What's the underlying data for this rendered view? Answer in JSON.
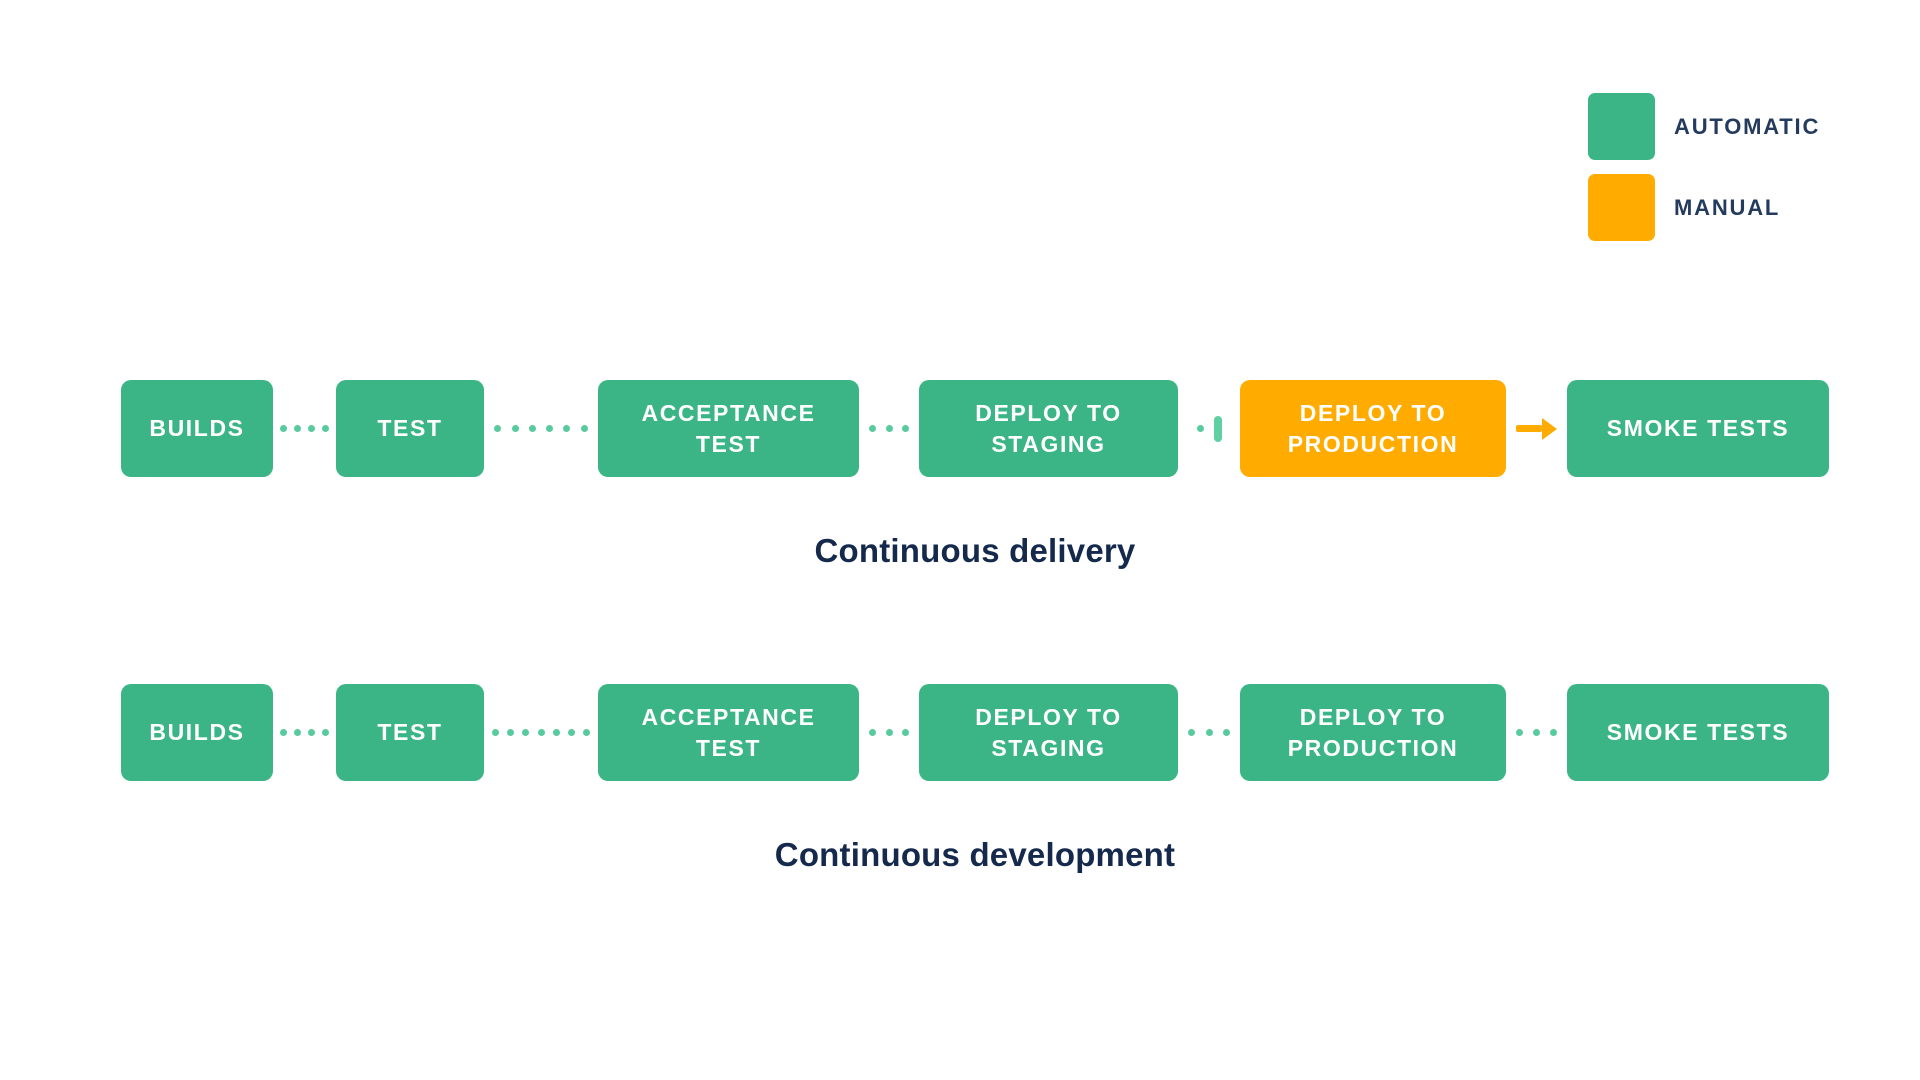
{
  "legend": {
    "items": [
      {
        "label": "AUTOMATIC",
        "type": "automatic",
        "color": "#3CB586"
      },
      {
        "label": "MANUAL",
        "type": "manual",
        "color": "#FFAB00"
      }
    ]
  },
  "pipelines": [
    {
      "caption": "Continuous delivery",
      "steps": [
        {
          "label": "BUILDS",
          "type": "automatic"
        },
        {
          "label": "TEST",
          "type": "automatic"
        },
        {
          "label": "ACCEPTANCE TEST",
          "type": "automatic"
        },
        {
          "label": "DEPLOY TO STAGING",
          "type": "automatic"
        },
        {
          "label": "DEPLOY TO PRODUCTION",
          "type": "manual"
        },
        {
          "label": "SMOKE TESTS",
          "type": "automatic"
        }
      ],
      "connectors": [
        "dotted",
        "dotted",
        "dotted",
        "manual-gate-pause",
        "manual-arrow"
      ]
    },
    {
      "caption": "Continuous development",
      "steps": [
        {
          "label": "BUILDS",
          "type": "automatic"
        },
        {
          "label": "TEST",
          "type": "automatic"
        },
        {
          "label": "ACCEPTANCE TEST",
          "type": "automatic"
        },
        {
          "label": "DEPLOY TO STAGING",
          "type": "automatic"
        },
        {
          "label": "DEPLOY TO PRODUCTION",
          "type": "automatic"
        },
        {
          "label": "SMOKE TESTS",
          "type": "automatic"
        }
      ],
      "connectors": [
        "dotted",
        "dotted",
        "dotted",
        "dotted",
        "dotted"
      ]
    }
  ],
  "colors": {
    "automatic": "#3CB586",
    "manual": "#FFAB00",
    "connector_dots": "#58CB9E",
    "caption_text": "#14294B",
    "legend_text": "#253B5E",
    "box_text": "#FFFFFF",
    "background": "#FFFFFF"
  }
}
